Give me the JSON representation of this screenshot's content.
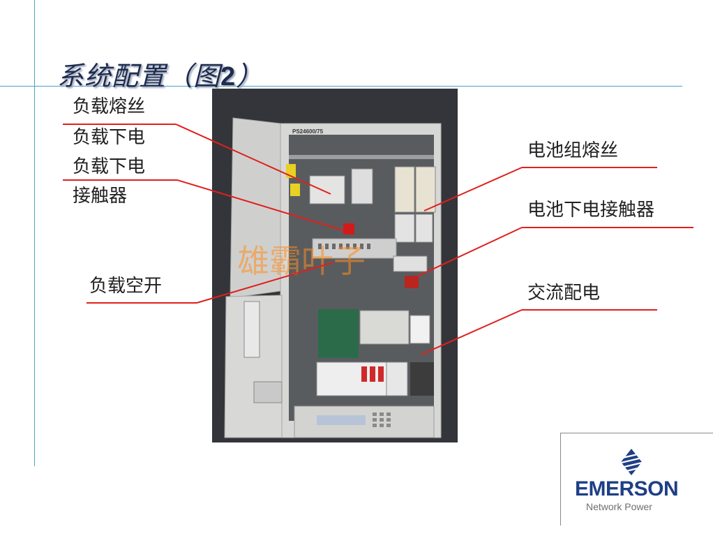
{
  "slide": {
    "title_text": "系统配置（图",
    "title_num": "2",
    "title_close": "）"
  },
  "labels": {
    "load_fuse": "负载熔丝",
    "load_power_down": "负载下电",
    "load_power_down_2": "负载下电",
    "contactor": "接触器",
    "load_breaker": "负载空开",
    "battery_fuse": "电池组熔丝",
    "battery_contactor": "电池下电接触器",
    "ac_distribution": "交流配电"
  },
  "photo": {
    "panel_model": "PS24600/75",
    "watermark": "雄霸叶子"
  },
  "logo": {
    "brand": "EMERSON",
    "sub": "Network Power",
    "icon": "emerson-diamond-icon"
  },
  "colors": {
    "accent_line": "#4aa0c8",
    "callout": "#e0201c",
    "brand": "#1f3f86"
  }
}
